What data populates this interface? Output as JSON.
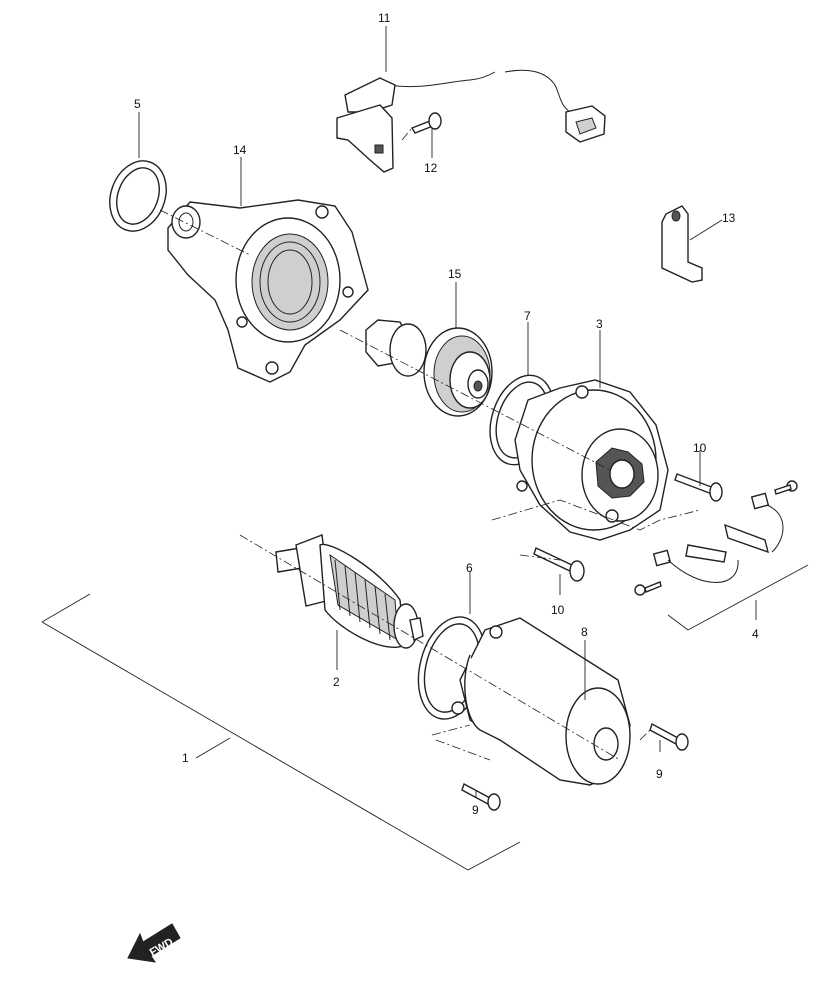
{
  "callouts": {
    "p1": "1",
    "p2": "2",
    "p3": "3",
    "p4": "4",
    "p5": "5",
    "p6": "6",
    "p7": "7",
    "p8": "8",
    "p9a": "9",
    "p9b": "9",
    "p10a": "10",
    "p10b": "10",
    "p11": "11",
    "p12": "12",
    "p13": "13",
    "p14": "14",
    "p15": "15"
  },
  "direction_badge": "FWD"
}
